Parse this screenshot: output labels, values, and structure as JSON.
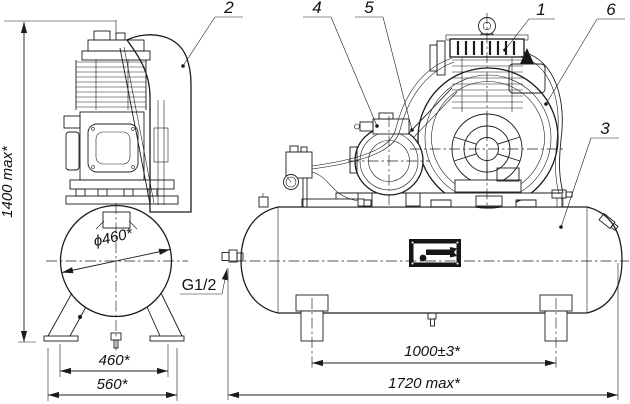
{
  "drawing": {
    "background": "#ffffff",
    "line_color": "#1c1c1c",
    "description": "Two-view outline technical drawing of a belt-driven piston air compressor on a horizontal air receiver tank"
  },
  "callouts": {
    "c1": "1",
    "c2": "2",
    "c3": "3",
    "c4": "4",
    "c5": "5",
    "c6": "6"
  },
  "dimensions": {
    "height": "1400 max*",
    "tank_diameter": "ϕ460*",
    "leg_span": "460*",
    "base_width": "560*",
    "thread": "G1/2",
    "leg_distance": "1000±3*",
    "overall_length": "1720 max*"
  }
}
